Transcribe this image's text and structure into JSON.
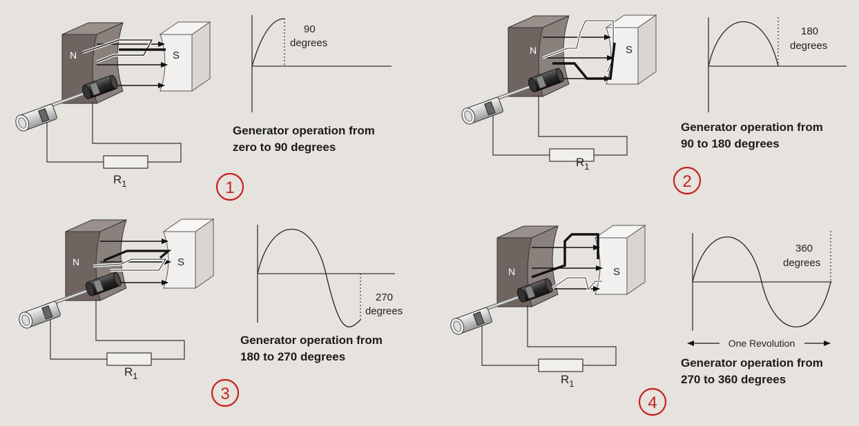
{
  "colors": {
    "background": "#e6e2dd",
    "magnet_n": "#6f6460",
    "badge": "#c42020"
  },
  "panels": [
    {
      "number": "1",
      "pole_n": "N",
      "pole_s": "S",
      "resistor": "R",
      "resistor_sub": "1",
      "angle_value": "90",
      "angle_unit": "degrees",
      "caption_line1": "Generator operation from",
      "caption_line2": "zero to 90 degrees"
    },
    {
      "number": "2",
      "pole_n": "N",
      "pole_s": "S",
      "resistor": "R",
      "resistor_sub": "1",
      "angle_value": "180",
      "angle_unit": "degrees",
      "caption_line1": "Generator operation from",
      "caption_line2": "90 to 180 degrees"
    },
    {
      "number": "3",
      "pole_n": "N",
      "pole_s": "S",
      "resistor": "R",
      "resistor_sub": "1",
      "angle_value": "270",
      "angle_unit": "degrees",
      "caption_line1": "Generator operation from",
      "caption_line2": "180 to 270 degrees"
    },
    {
      "number": "4",
      "pole_n": "N",
      "pole_s": "S",
      "resistor": "R",
      "resistor_sub": "1",
      "angle_value": "360",
      "angle_unit": "degrees",
      "revolution_label": "One Revolution",
      "caption_line1": "Generator operation from",
      "caption_line2": "270 to 360 degrees"
    }
  ]
}
